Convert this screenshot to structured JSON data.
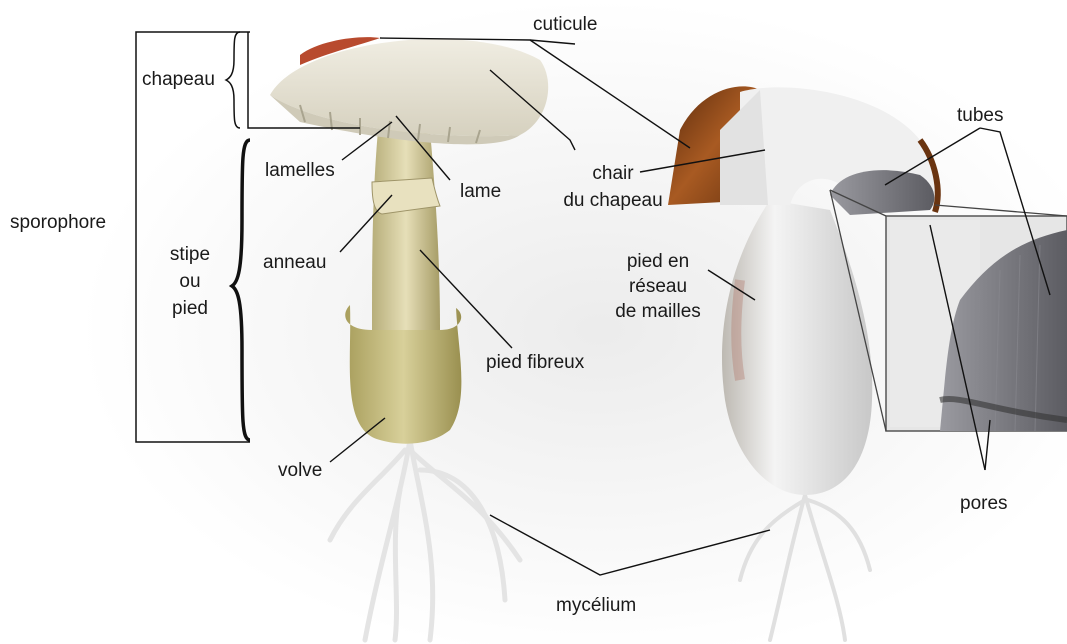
{
  "labels": {
    "cuticule": "cuticule",
    "chapeau": "chapeau",
    "sporophore": "sporophore",
    "lamelles": "lamelles",
    "lame": "lame",
    "stipe_line1": "stipe",
    "stipe_line2": "ou",
    "stipe_line3": "pied",
    "anneau": "anneau",
    "pied_fibreux": "pied fibreux",
    "volve": "volve",
    "chair_line1": "chair",
    "chair_line2": "du chapeau",
    "pied_reseau_line1": "pied en",
    "pied_reseau_line2": "réseau",
    "pied_reseau_line3": "de mailles",
    "tubes": "tubes",
    "pores": "pores",
    "mycelium": "mycélium"
  },
  "colors": {
    "text": "#1a1a1a",
    "leader_line": "#111111",
    "cap_left_top": "#e8e4d8",
    "cap_left_red": "#b84a2e",
    "stem_left": "#d9d2a8",
    "volva": "#c9bf82",
    "cap_right_brown": "#8a4a1c",
    "flesh_white": "#f2f2f2",
    "tubes_grey": "#7c7c80",
    "mycelium": "#e6e6e6"
  }
}
